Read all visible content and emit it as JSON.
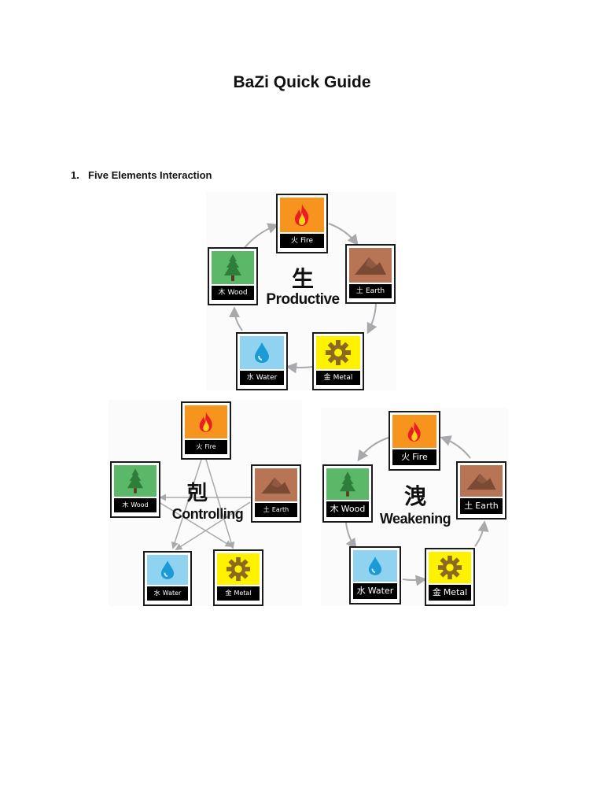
{
  "document": {
    "title": "BaZi Quick Guide",
    "section": {
      "number": "1.",
      "title": "Five Elements Interaction"
    }
  },
  "elements": {
    "fire": {
      "han": "火",
      "name": "Fire",
      "color": "#f7941d",
      "icon": "flame-icon"
    },
    "earth": {
      "han": "土",
      "name": "Earth",
      "color": "#b87555",
      "icon": "mountain-icon"
    },
    "metal": {
      "han": "金",
      "name": "Metal",
      "color": "#fff200",
      "icon": "gear-icon"
    },
    "water": {
      "han": "水",
      "name": "Water",
      "color": "#8fd3f0",
      "icon": "water-drop-icon"
    },
    "wood": {
      "han": "木",
      "name": "Wood",
      "color": "#5bb868",
      "icon": "tree-icon"
    }
  },
  "cycles": {
    "productive": {
      "han": "生",
      "label": "Productive"
    },
    "controlling": {
      "han": "剋",
      "label": "Controlling"
    },
    "weakening": {
      "han": "洩",
      "label": "Weakening"
    }
  },
  "colors": {
    "arrow": "#a7a9ac",
    "tile_border": "#1a1a1a",
    "label_bg": "#000000"
  }
}
